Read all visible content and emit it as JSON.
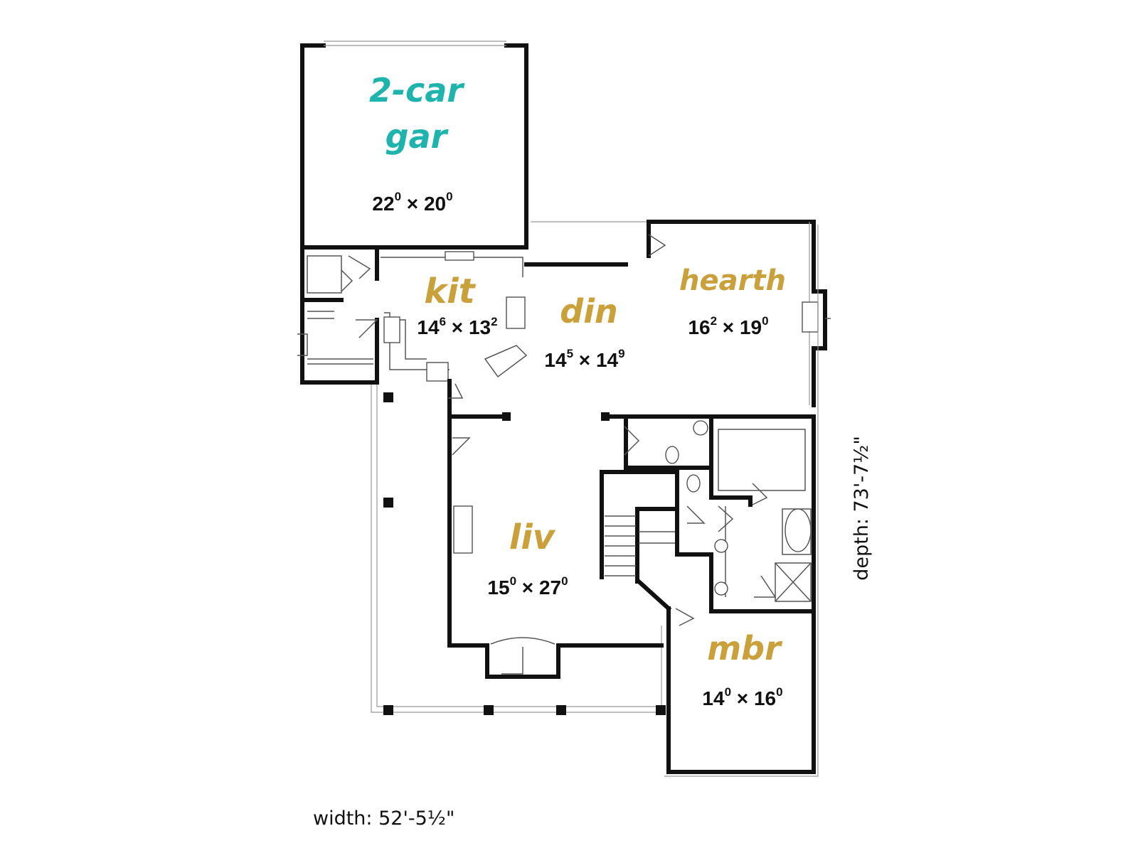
{
  "rooms": {
    "garage": {
      "name_line1": "2-car",
      "name_line2": "gar",
      "w_main": "22",
      "w_sup": "0",
      "sep": " × ",
      "d_main": "20",
      "d_sup": "0",
      "color": "#1fb3ad"
    },
    "kitchen": {
      "name": "kit",
      "w_main": "14",
      "w_sup": "6",
      "sep": " × ",
      "d_main": "13",
      "d_sup": "2",
      "color": "#c9a03a"
    },
    "dining": {
      "name": "din",
      "w_main": "14",
      "w_sup": "5",
      "sep": " × ",
      "d_main": "14",
      "d_sup": "9",
      "color": "#c9a03a"
    },
    "hearth": {
      "name": "hearth",
      "w_main": "16",
      "w_sup": "2",
      "sep": " × ",
      "d_main": "19",
      "d_sup": "0",
      "color": "#c9a03a"
    },
    "living": {
      "name": "liv",
      "w_main": "15",
      "w_sup": "0",
      "sep": " × ",
      "d_main": "27",
      "d_sup": "0",
      "color": "#c9a03a"
    },
    "master_bedroom": {
      "name": "mbr",
      "w_main": "14",
      "w_sup": "0",
      "sep": " × ",
      "d_main": "16",
      "d_sup": "0",
      "color": "#c9a03a"
    }
  },
  "overall": {
    "width": "width:  52'-5½\"",
    "depth": "depth:  73'-7½\""
  },
  "icons": [
    "stair-icon",
    "fireplace-icon",
    "bathtub-icon",
    "toilet-icon",
    "shower-icon",
    "sink-icon",
    "door-swing-icon",
    "porch-post-icon"
  ]
}
